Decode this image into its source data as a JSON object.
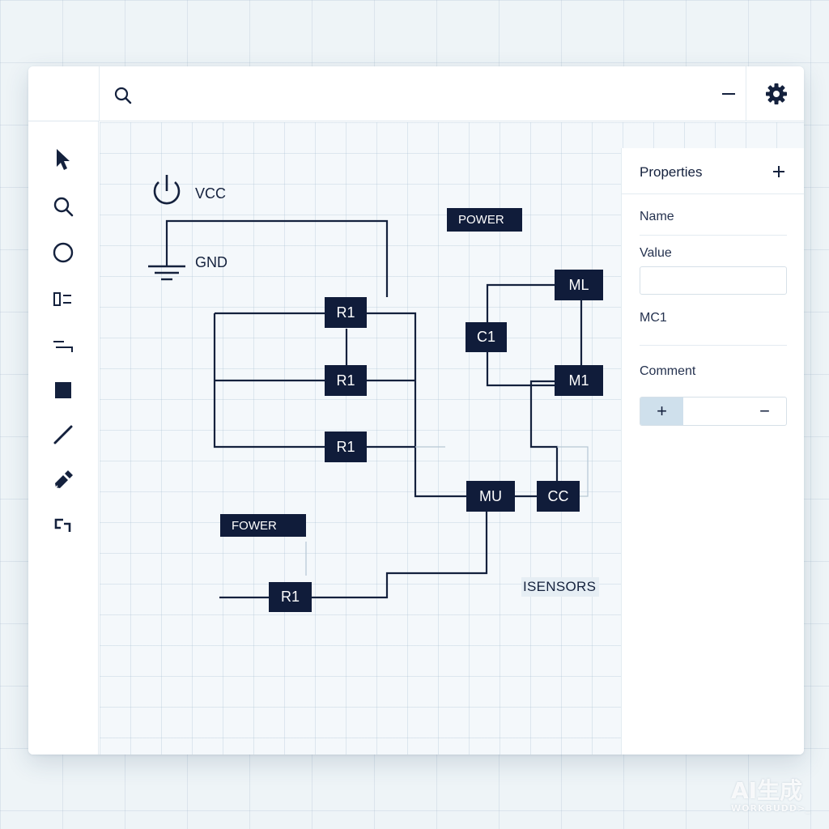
{
  "toolbar": {
    "search_icon": "search-icon",
    "minimize_icon": "minus-icon",
    "settings_icon": "gear-icon"
  },
  "tools": [
    {
      "name": "select-tool",
      "icon": "arrow-cursor-icon"
    },
    {
      "name": "zoom-tool",
      "icon": "magnifier-icon"
    },
    {
      "name": "circle-tool",
      "icon": "circle-icon"
    },
    {
      "name": "component-tool",
      "icon": "component-icon"
    },
    {
      "name": "wire-tool",
      "icon": "wire-icon"
    },
    {
      "name": "rectangle-tool",
      "icon": "filled-square-icon"
    },
    {
      "name": "line-tool",
      "icon": "line-icon"
    },
    {
      "name": "probe-tool",
      "icon": "pen-icon"
    },
    {
      "name": "connector-tool",
      "icon": "connector-icon"
    }
  ],
  "schematic": {
    "vcc_label": "VCC",
    "gnd_label": "GND",
    "power_tag_top": "POWER",
    "power_tag_bottom": "FOWER",
    "sensors_label": "ISENSORS",
    "components": {
      "r1_a": "R1",
      "r1_b": "R1",
      "r1_c": "R1",
      "r1_d": "R1",
      "ml": "ML",
      "c1": "C1",
      "m1": "M1",
      "mu": "MU",
      "cc": "CC"
    }
  },
  "properties": {
    "title": "Properties",
    "add_icon": "plus-icon",
    "name_label": "Name",
    "value_label": "Value",
    "value_input": "",
    "part_value": "MC1",
    "comment_label": "Comment",
    "stepper_plus": "+",
    "stepper_minus": "−"
  },
  "watermark": {
    "line1": "AI生成",
    "line2": "WORKBUDD>_"
  },
  "colors": {
    "ink": "#101c3a",
    "background": "#eef4f7",
    "canvas": "#f4f8fb",
    "accent": "#cfe0ec"
  }
}
